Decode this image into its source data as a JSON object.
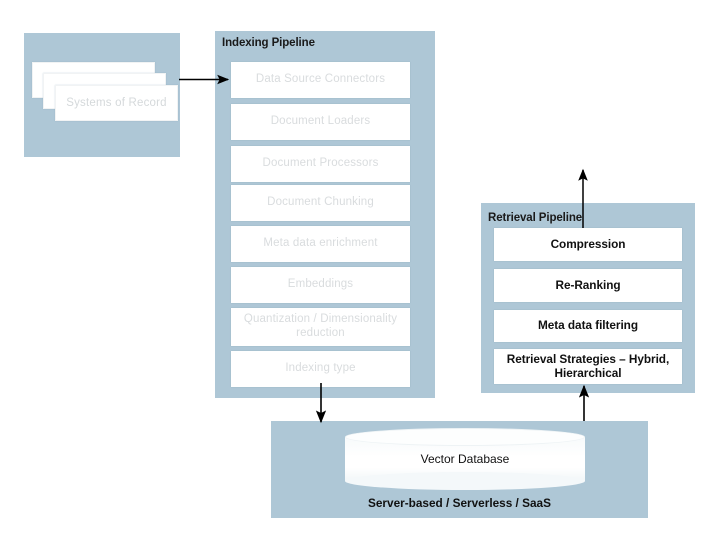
{
  "diagram": {
    "title": "RAG Indexing and Retrieval Pipeline Architecture",
    "colors": {
      "panel_fill": "#aec7d6",
      "stage_fill": "#ffffff",
      "dim_text": "#d9dcde",
      "solid_text": "#111111",
      "arrow": "#000000"
    }
  },
  "systems_of_record": {
    "label": "Systems of Record",
    "card_count": 3
  },
  "indexing_pipeline": {
    "title": "Indexing Pipeline",
    "stages": [
      {
        "label": "Data Source Connectors"
      },
      {
        "label": "Document Loaders"
      },
      {
        "label": "Document Processors"
      },
      {
        "label": "Document Chunking"
      },
      {
        "label": "Meta data enrichment"
      },
      {
        "label": "Embeddings"
      },
      {
        "label": "Quantization / Dimensionality reduction"
      },
      {
        "label": "Indexing type"
      }
    ]
  },
  "retrieval_pipeline": {
    "title": "Retrieval Pipeline",
    "stages": [
      {
        "label": "Compression"
      },
      {
        "label": "Re-Ranking"
      },
      {
        "label": "Meta data filtering"
      },
      {
        "label": "Retrieval Strategies – Hybrid, Hierarchical"
      }
    ]
  },
  "vector_database": {
    "label": "Vector Database",
    "caption": "Server-based / Serverless / SaaS"
  },
  "arrows": [
    {
      "name": "systems-to-indexing",
      "direction": "right"
    },
    {
      "name": "indexing-to-vectordb",
      "direction": "down"
    },
    {
      "name": "vectordb-to-retrieval",
      "direction": "up"
    },
    {
      "name": "retrieval-to-output",
      "direction": "up"
    }
  ]
}
